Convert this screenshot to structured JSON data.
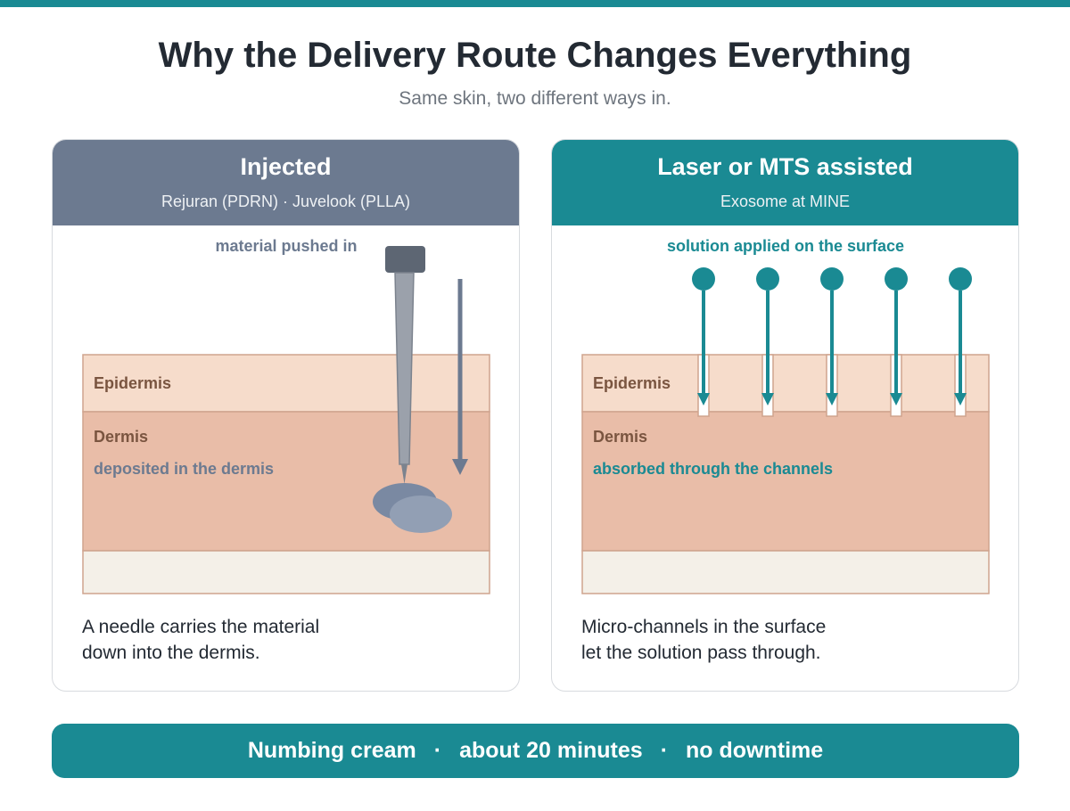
{
  "header": {
    "title": "Why the Delivery Route Changes Everything",
    "subtitle": "Same skin, two different ways in."
  },
  "panels": {
    "injected": {
      "title": "Injected",
      "subtitle": "Rejuran (PDRN) · Juvelook (PLLA)",
      "top_label": "material pushed in",
      "epidermis_label": "Epidermis",
      "dermis_label": "Dermis",
      "dermis_note": "deposited in the dermis",
      "caption_line1": "A needle carries the material",
      "caption_line2": "down into the dermis."
    },
    "laser": {
      "title": "Laser or MTS assisted",
      "subtitle": "Exosome at MINE",
      "top_label": "solution applied on the surface",
      "epidermis_label": "Epidermis",
      "dermis_label": "Dermis",
      "dermis_note": "absorbed through the channels",
      "caption_line1": "Micro-channels in the surface",
      "caption_line2": "let the solution pass through."
    }
  },
  "footer": {
    "item1": "Numbing cream",
    "item2": "about 20 minutes",
    "item3": "no downtime",
    "separator": "·"
  },
  "colors": {
    "teal": "#1a8a93",
    "slate": "#6c7a90",
    "epidermis": "#f6dccb",
    "dermis": "#e9bda8",
    "subcutis": "#f4f0e8",
    "skin_text": "#7a5540"
  }
}
